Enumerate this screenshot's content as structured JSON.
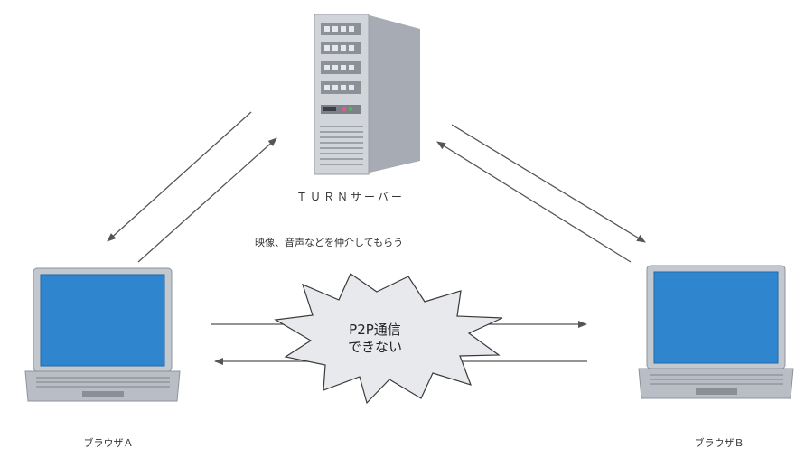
{
  "server": {
    "label": "ＴＵＲＮサーバー"
  },
  "relay_note": "映像、音声などを仲介してもらう",
  "browser_a": {
    "label": "ブラウザＡ"
  },
  "browser_b": {
    "label": "ブラウザＢ"
  },
  "p2p_burst": {
    "line1": "P2P通信",
    "line2": "できない"
  },
  "colors": {
    "arrow": "#555555",
    "screen": "#2f86cf",
    "laptop_body": "#b9bec6",
    "server_body": "#c9ccd1"
  }
}
